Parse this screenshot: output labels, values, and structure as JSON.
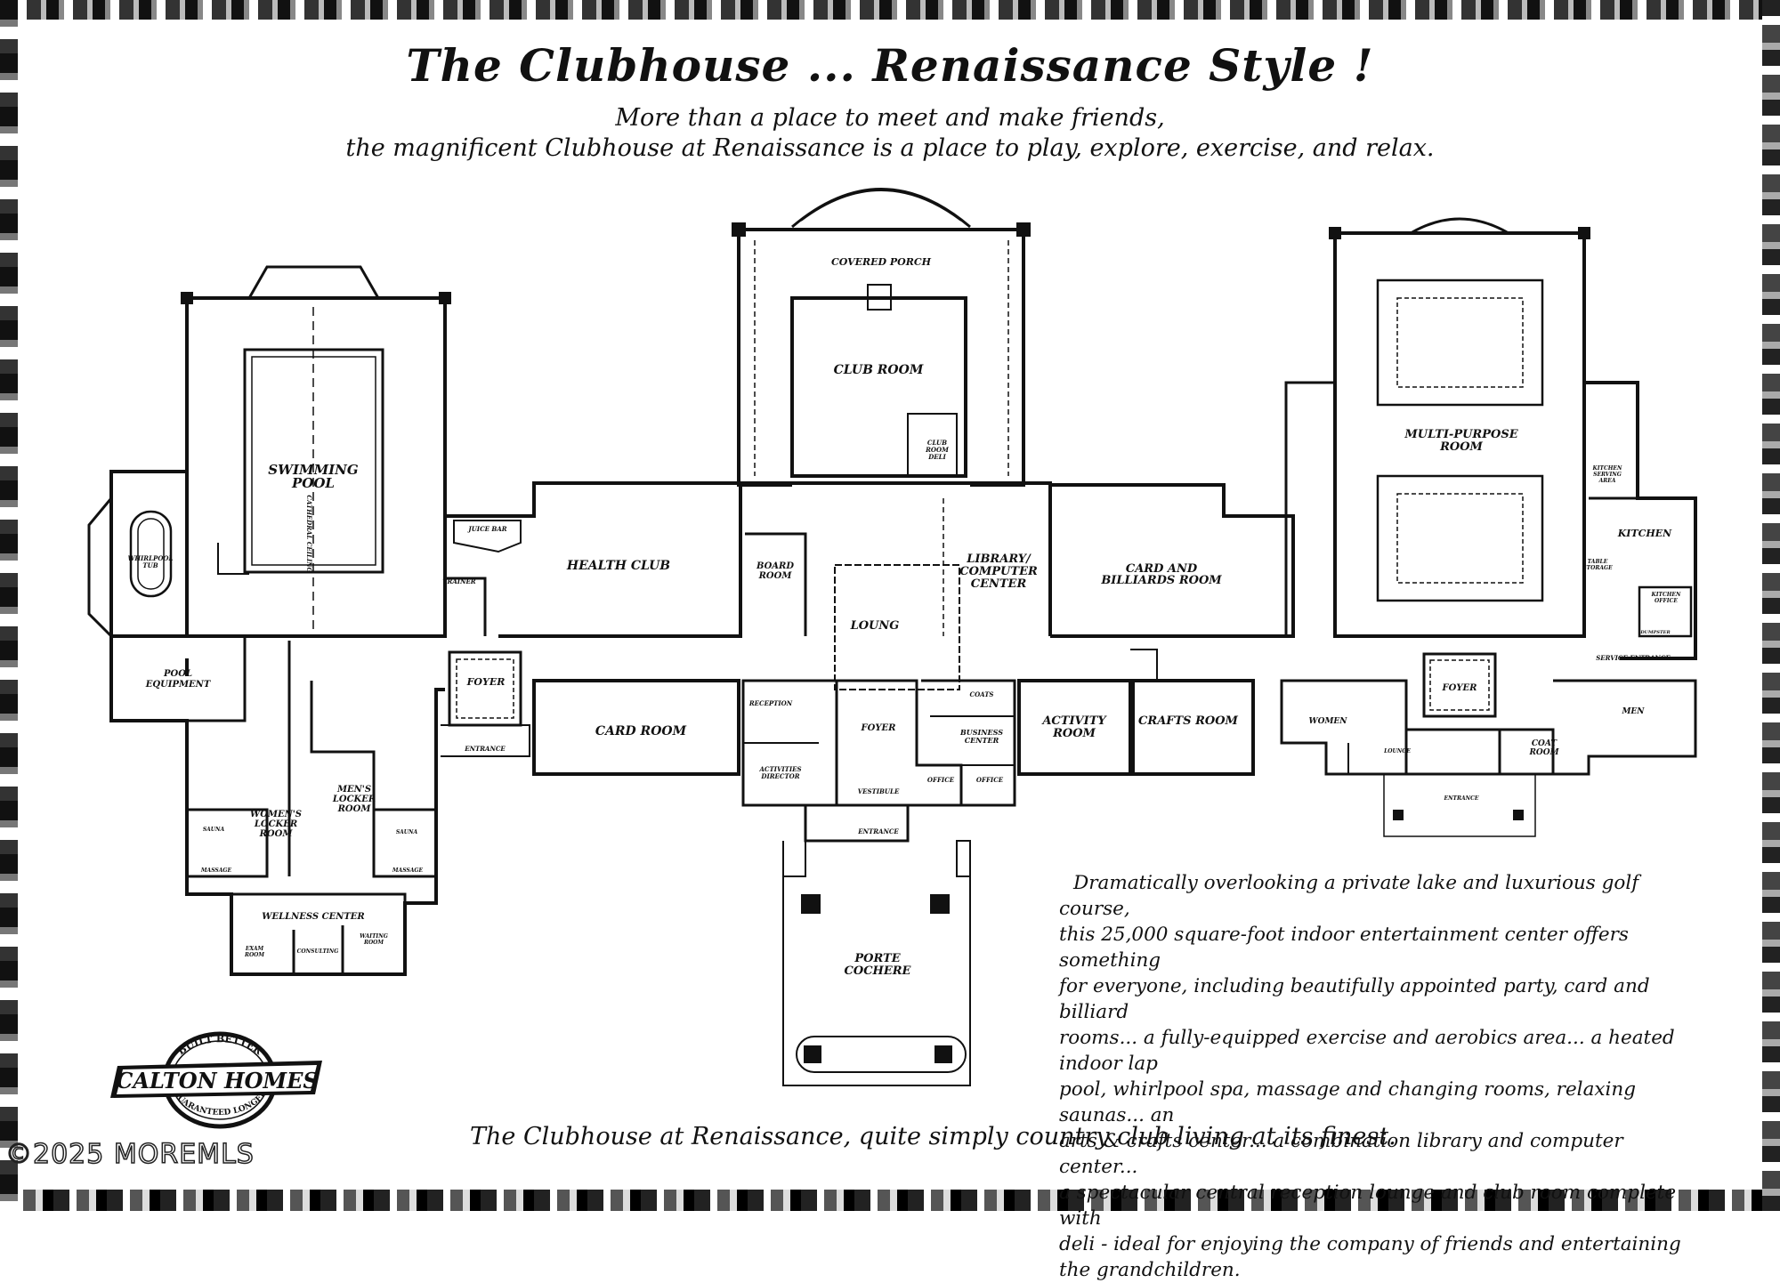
{
  "header": {
    "title": "The Clubhouse ... Renaissance Style !",
    "subtitle_line1": "More than a place to meet and make friends,",
    "subtitle_line2": "the magnificent Clubhouse at Renaissance is a place to play, explore, exercise, and relax."
  },
  "rooms": {
    "covered_porch": "COVERED PORCH",
    "club_room": "CLUB ROOM",
    "club_room_deli_1": "CLUB",
    "club_room_deli_2": "ROOM",
    "club_room_deli_3": "DELI",
    "swimming_pool_1": "SWIMMING",
    "swimming_pool_2": "POOL",
    "cathedral_ceiling": "CATHEDRAL CEILING",
    "whirlpool_tub_1": "WHIRLPOOL",
    "whirlpool_tub_2": "TUB",
    "juice_bar": "JUICE BAR",
    "trainer": "TRAINER",
    "health_club": "HEALTH CLUB",
    "board_room_1": "BOARD",
    "board_room_2": "ROOM",
    "loung": "LOUNG",
    "library_1": "LIBRARY/",
    "library_2": "COMPUTER",
    "library_3": "CENTER",
    "card_billiards_1": "CARD AND",
    "card_billiards_2": "BILLIARDS ROOM",
    "multi_purpose_1": "MULTI-PURPOSE",
    "multi_purpose_2": "ROOM",
    "kitchen_serving_1": "KITCHEN",
    "kitchen_serving_2": "SERVING",
    "kitchen_serving_3": "AREA",
    "kitchen": "KITCHEN",
    "table_storage_1": "TABLE",
    "table_storage_2": "STORAGE",
    "kitchen_office_1": "KITCHEN",
    "kitchen_office_2": "OFFICE",
    "dumpster": "DUMPSTER",
    "service_entrance": "SERVICE ENTRANCE",
    "pool_equipment_1": "POOL",
    "pool_equipment_2": "EQUIPMENT",
    "foyer_left": "FOYER",
    "entrance_left": "ENTRANCE",
    "card_room": "CARD ROOM",
    "reception": "RECEPTION",
    "activities_director_1": "ACTIVITIES",
    "activities_director_2": "DIRECTOR",
    "foyer_center": "FOYER",
    "vestibule": "VESTIBULE",
    "entrance_center": "ENTRANCE",
    "coats": "COATS",
    "business_center_1": "BUSINESS",
    "business_center_2": "CENTER",
    "office_1": "OFFICE",
    "office_2": "OFFICE",
    "activity_room_1": "ACTIVITY",
    "activity_room_2": "ROOM",
    "crafts_room": "CRAFTS ROOM",
    "women": "WOMEN",
    "lounge": "LOUNGE",
    "foyer_right": "FOYER",
    "entrance_right": "ENTRANCE",
    "coat_room_1": "COAT",
    "coat_room_2": "ROOM",
    "men": "MEN",
    "womens_locker_1": "WOMEN'S",
    "womens_locker_2": "LOCKER",
    "womens_locker_3": "ROOM",
    "mens_locker_1": "MEN'S",
    "mens_locker_2": "LOCKER",
    "mens_locker_3": "ROOM",
    "sauna_1": "SAUNA",
    "sauna_2": "SAUNA",
    "massage_1": "MASSAGE",
    "massage_2": "MASSAGE",
    "wellness_center": "WELLNESS CENTER",
    "exam_room_1": "EXAM",
    "exam_room_2": "ROOM",
    "consulting": "CONSULTING",
    "waiting_room_1": "WAITING",
    "waiting_room_2": "ROOM",
    "porte_cochere_1": "PORTE",
    "porte_cochere_2": "COCHERE"
  },
  "description": {
    "line1": "Dramatically overlooking a private lake and luxurious golf course,",
    "line2": "this 25,000 square-foot indoor entertainment center offers something",
    "line3": "for everyone, including beautifully appointed party, card and billiard",
    "line4": "rooms... a fully-equipped exercise and aerobics area... a heated indoor lap",
    "line5": "pool, whirlpool spa, massage and changing rooms, relaxing  saunas... an",
    "line6": "arts & crafts center... a combination library and computer center...",
    "line7": "a spectacular central reception lounge and club room complete with",
    "line8": "deli - ideal for enjoying the company of friends and entertaining",
    "line9": "the grandchildren."
  },
  "tagline": "The Clubhouse at Renaissance, quite simply country club living at its finest.",
  "logo": {
    "top_arc": "BUILT BETTER",
    "name": "CALTON HOMES",
    "bottom_arc": "GUARANTEED LONGER"
  },
  "copyright": "©2025 MOREMLS"
}
